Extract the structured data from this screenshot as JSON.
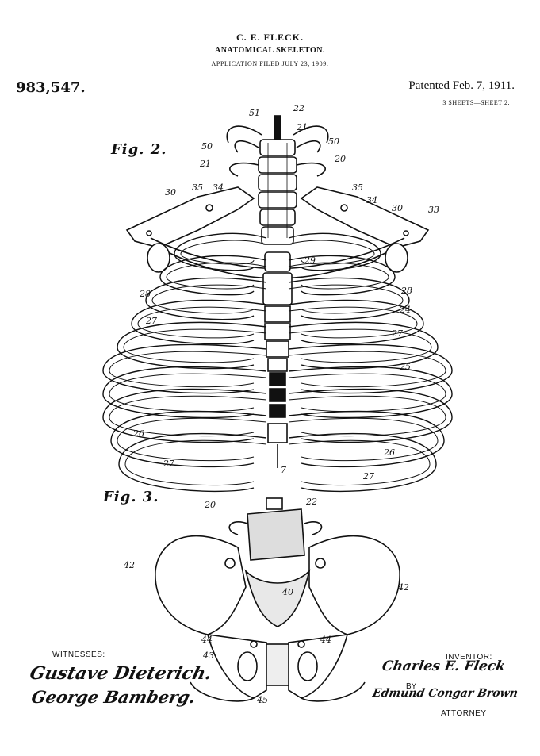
{
  "header": {
    "inventor": "C. E. FLECK.",
    "title": "ANATOMICAL SKELETON.",
    "filed": "APPLICATION FILED JULY 23, 1909.",
    "patent_number": "983,547.",
    "patented_date": "Patented Feb. 7, 1911.",
    "sheets": "3 SHEETS—SHEET 2."
  },
  "figures": {
    "fig2": "Fig. 2.",
    "fig3": "Fig. 3."
  },
  "labels_fig2": {
    "l51": "51",
    "l22": "22",
    "l21a": "21",
    "l50a": "50",
    "l50b": "50",
    "l21b": "21",
    "l20": "20",
    "l30a": "30",
    "l35a": "35",
    "l34a": "34",
    "l35b": "35",
    "l34b": "34",
    "l30b": "30",
    "l33": "33",
    "l29": "29",
    "l28a": "28",
    "l28b": "28",
    "l24": "24",
    "l27a": "27",
    "l27b": "27",
    "l25": "25",
    "l26a": "26",
    "l26b": "26",
    "l27c": "27",
    "l7": "7",
    "l27d": "27"
  },
  "labels_fig3": {
    "l20": "20",
    "l22": "22",
    "l42a": "42",
    "l42b": "42",
    "l40": "40",
    "l44a": "44",
    "l44b": "44",
    "l43": "43",
    "l45": "45"
  },
  "footer": {
    "witnesses_label": "WITNESSES:",
    "witness1": "Gustave Dieterich.",
    "witness2": "George Bamberg.",
    "inventor_label": "INVENTOR:",
    "inventor_signature": "Charles E. Fleck",
    "by_label": "BY",
    "attorney_signature": "Edmund Congar Brown",
    "attorney_label": "ATTORNEY"
  }
}
